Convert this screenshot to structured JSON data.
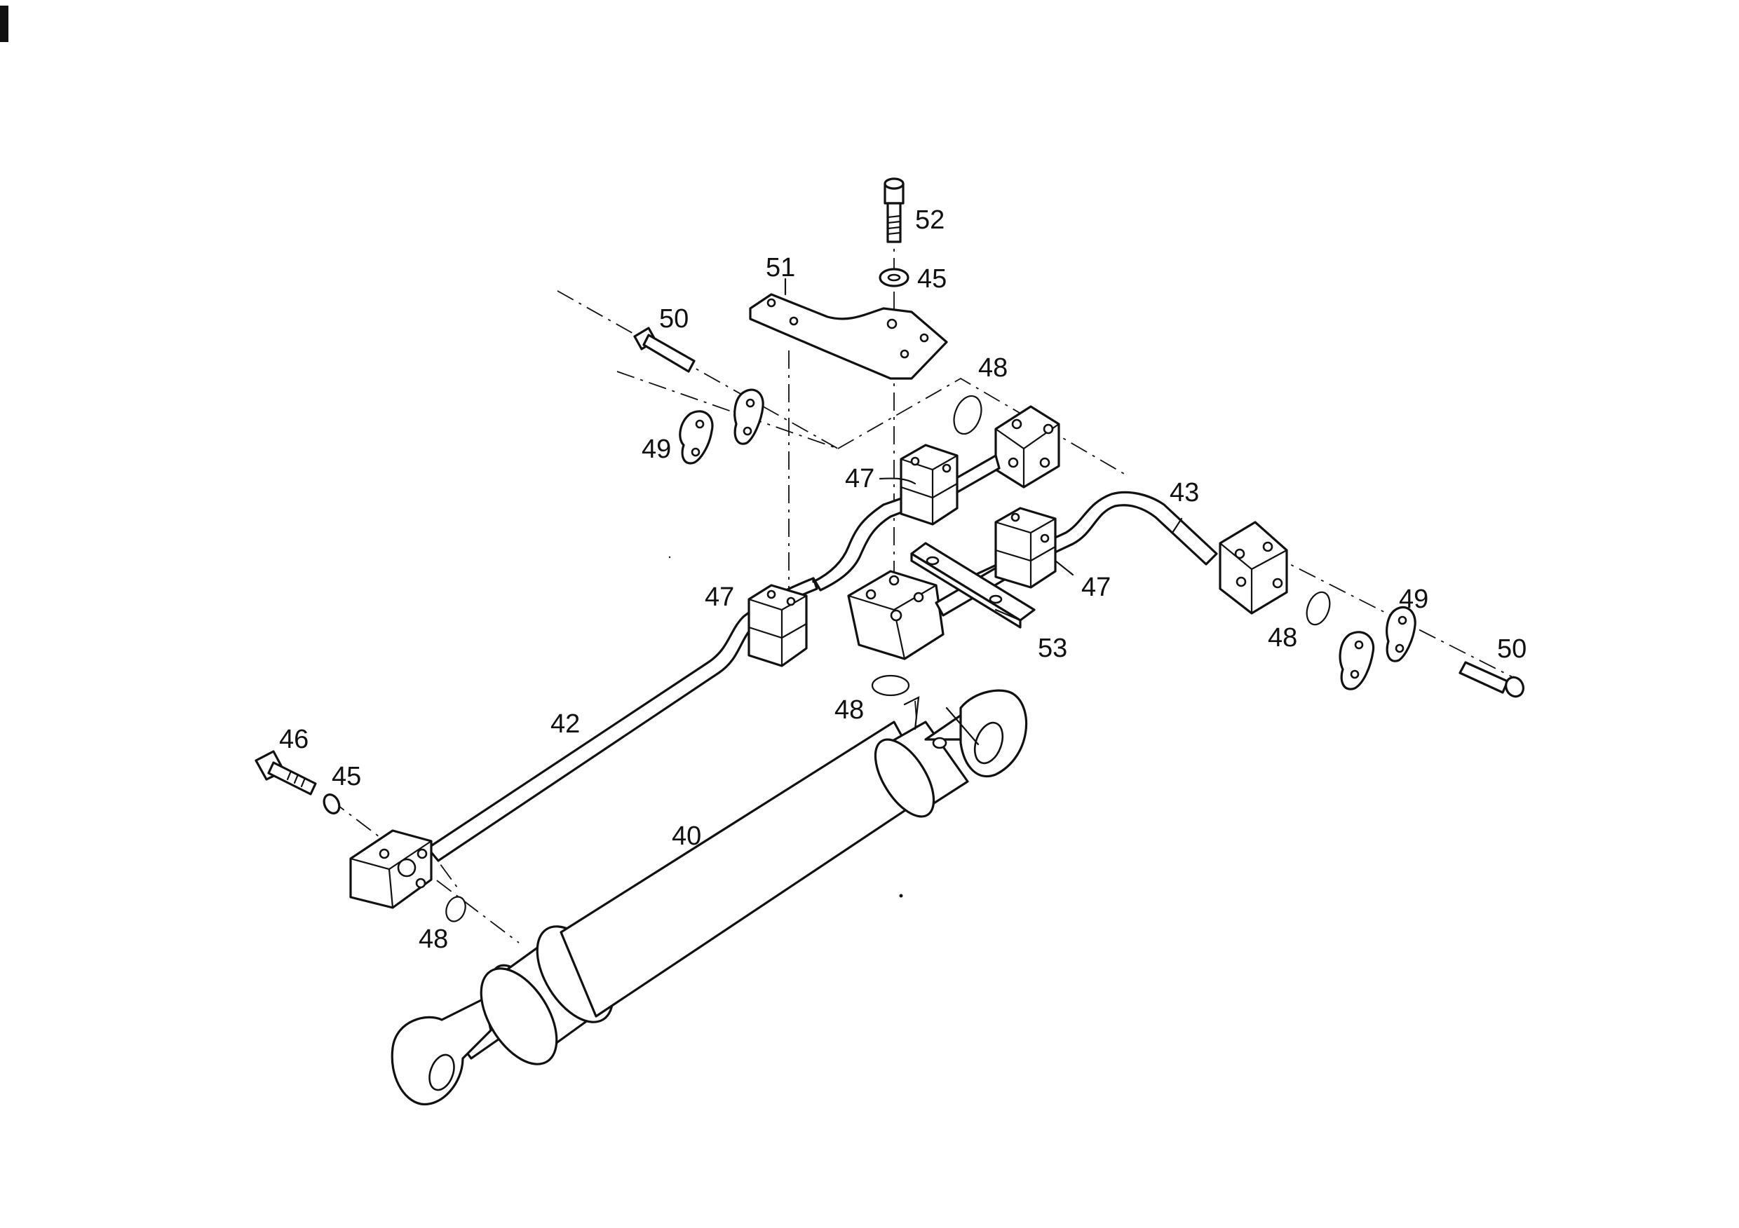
{
  "callouts": {
    "c40": "40",
    "c42": "42",
    "c43": "43",
    "c45a": "45",
    "c45b": "45",
    "c46": "46",
    "c47a": "47",
    "c47b": "47",
    "c47c": "47",
    "c48a": "48",
    "c48b": "48",
    "c48c": "48",
    "c48d": "48",
    "c49a": "49",
    "c49b": "49",
    "c50a": "50",
    "c50b": "50",
    "c51": "51",
    "c52": "52",
    "c53": "53"
  },
  "colors": {
    "ink": "#111111",
    "paper": "#ffffff"
  }
}
